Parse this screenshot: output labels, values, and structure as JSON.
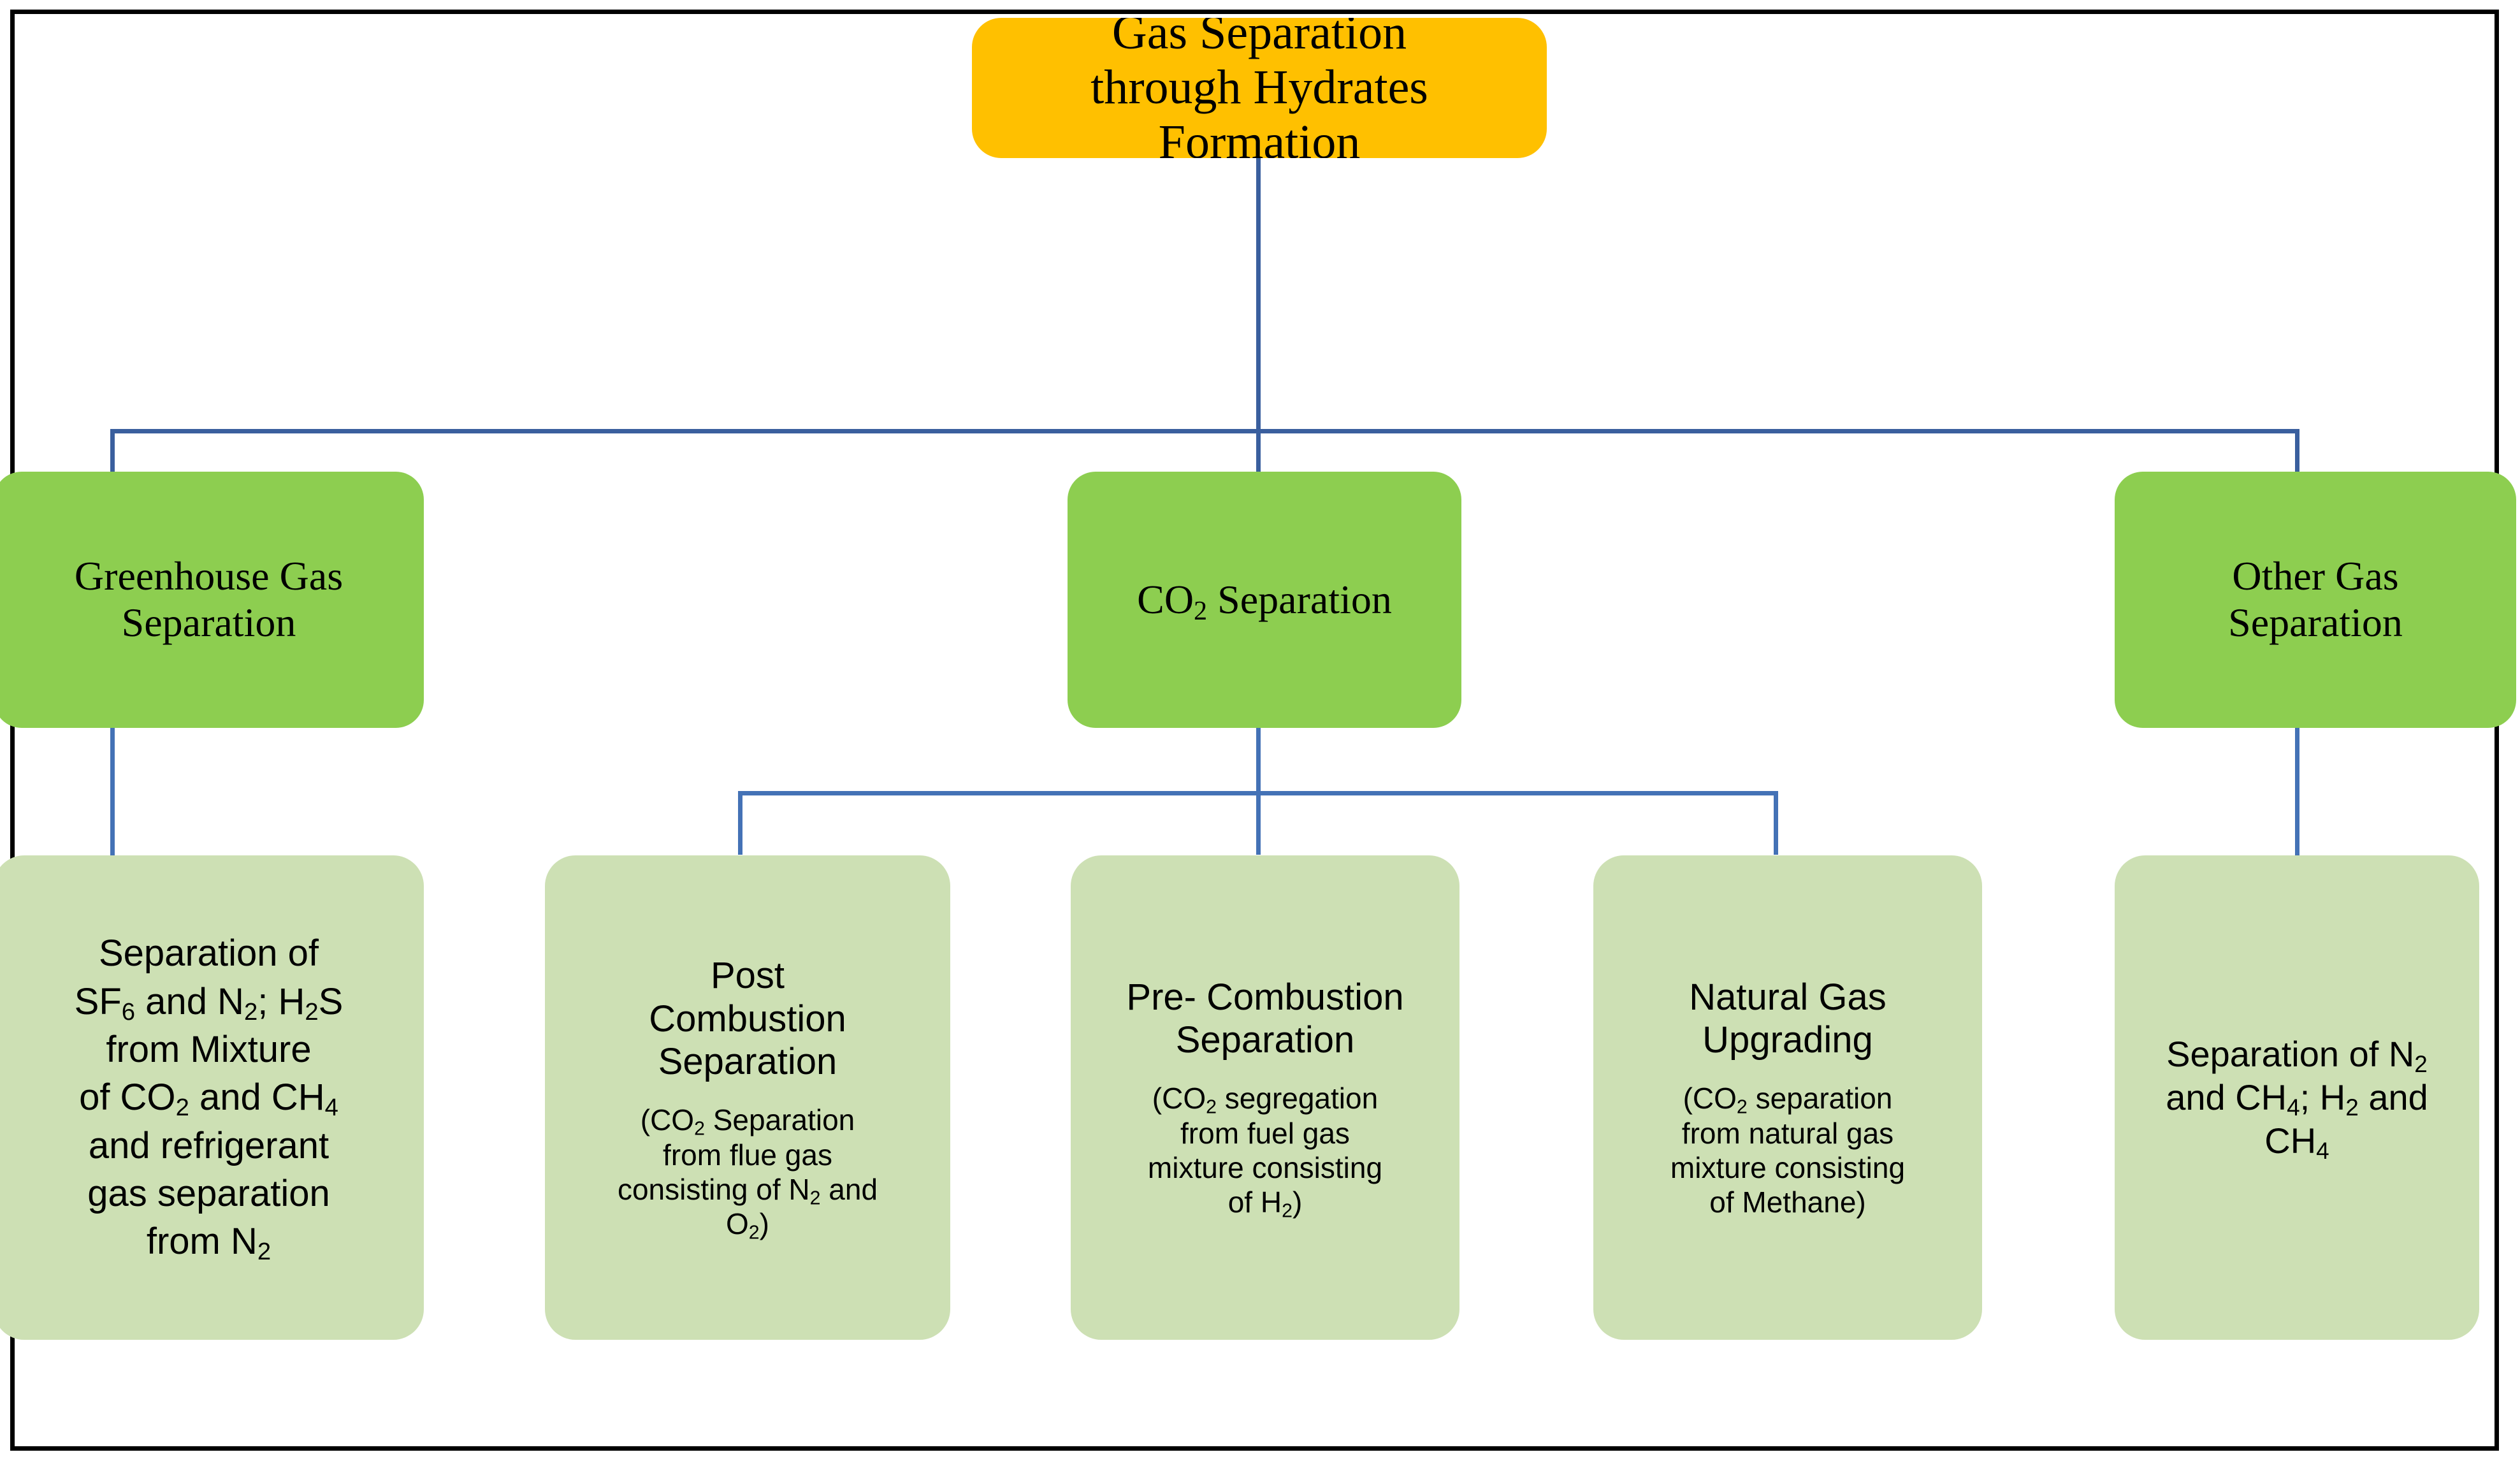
{
  "diagram": {
    "title_node": {
      "label": "Gas Separation through Hydrates Formation",
      "line1": "Gas Separation",
      "line2": "through Hydrates",
      "line3": "Formation",
      "color": "#FFC000"
    },
    "branch_color": "#8DCE50",
    "leaf_color": "#CDE0B4",
    "connector_color": "#4472B6",
    "frame_color": "#000000",
    "branches": [
      {
        "id": "greenhouse-gas-separation",
        "label": "Greenhouse Gas Separation",
        "line1": "Greenhouse Gas",
        "line2": "Separation"
      },
      {
        "id": "co2-separation",
        "label": "CO2 Separation",
        "prefix": "CO",
        "sub": "2",
        "suffix": " Separation"
      },
      {
        "id": "other-gas-separation",
        "label": "Other Gas Separation",
        "line1": "Other Gas",
        "line2": "Separation"
      }
    ],
    "leaves": [
      {
        "id": "greenhouse-leaf",
        "parent": "greenhouse-gas-separation",
        "body_lines": [
          "Separation of",
          "SF6 and N2; H2S",
          "from Mixture",
          "of CO2 and CH4",
          "and refrigerant",
          "gas separation",
          "from N2"
        ]
      },
      {
        "id": "post-combustion-separation",
        "parent": "co2-separation",
        "title_lines": [
          "Post",
          "Combustion",
          "Separation"
        ],
        "sub_lines": [
          "(CO2 Separation",
          "from flue gas",
          "consisting of N2 and",
          "O2)"
        ]
      },
      {
        "id": "pre-combustion-separation",
        "parent": "co2-separation",
        "title_lines": [
          "Pre- Combustion",
          "Separation"
        ],
        "sub_lines": [
          "(CO2 segregation",
          "from fuel gas",
          "mixture consisting",
          "of H2)"
        ]
      },
      {
        "id": "natural-gas-upgrading",
        "parent": "co2-separation",
        "title_lines": [
          "Natural Gas",
          "Upgrading"
        ],
        "sub_lines": [
          "(CO2 separation",
          "from natural gas",
          "mixture consisting",
          "of Methane)"
        ]
      },
      {
        "id": "other-gas-leaf",
        "parent": "other-gas-separation",
        "body_lines": [
          "Separation of N2",
          "and CH4; H2 and",
          "CH4"
        ]
      }
    ]
  }
}
